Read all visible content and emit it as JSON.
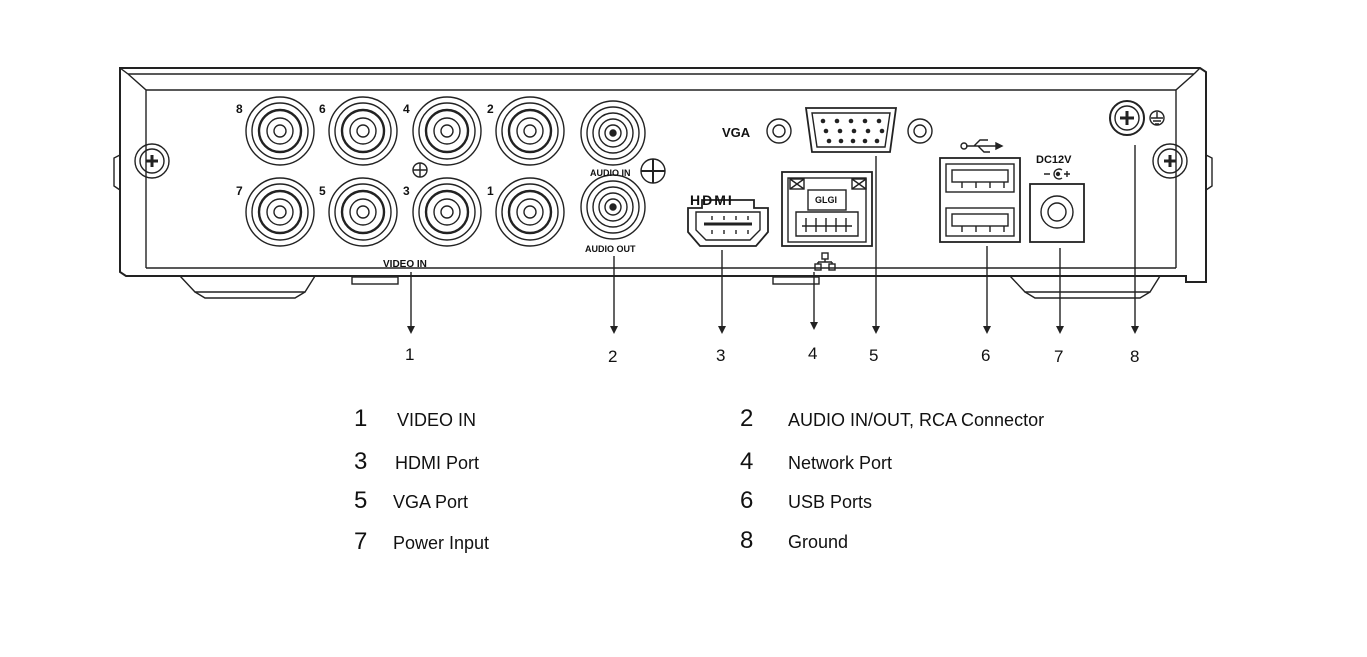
{
  "device_labels": {
    "video_in": "VIDEO IN",
    "audio_in": "AUDIO IN",
    "audio_out": "AUDIO OUT",
    "hdmi": "HDMI",
    "vga": "VGA",
    "glgi": "GLGI",
    "dc12v": "DC12V",
    "channels": [
      "8",
      "6",
      "4",
      "2",
      "7",
      "5",
      "3",
      "1"
    ]
  },
  "callouts": [
    "1",
    "2",
    "3",
    "4",
    "5",
    "6",
    "7",
    "8"
  ],
  "legend": [
    {
      "num": "1",
      "text": "VIDEO IN"
    },
    {
      "num": "2",
      "text": "AUDIO IN/OUT, RCA Connector"
    },
    {
      "num": "3",
      "text": "HDMI Port"
    },
    {
      "num": "4",
      "text": "Network Port"
    },
    {
      "num": "5",
      "text": "VGA Port"
    },
    {
      "num": "6",
      "text": "USB Ports"
    },
    {
      "num": "7",
      "text": "Power Input"
    },
    {
      "num": "8",
      "text": "Ground"
    }
  ],
  "icons": [
    "usb-icon",
    "network-icon",
    "ground-icon",
    "screw-icon",
    "dc-polarity-icon"
  ],
  "colors": {
    "line": "#222222",
    "background": "#ffffff"
  }
}
